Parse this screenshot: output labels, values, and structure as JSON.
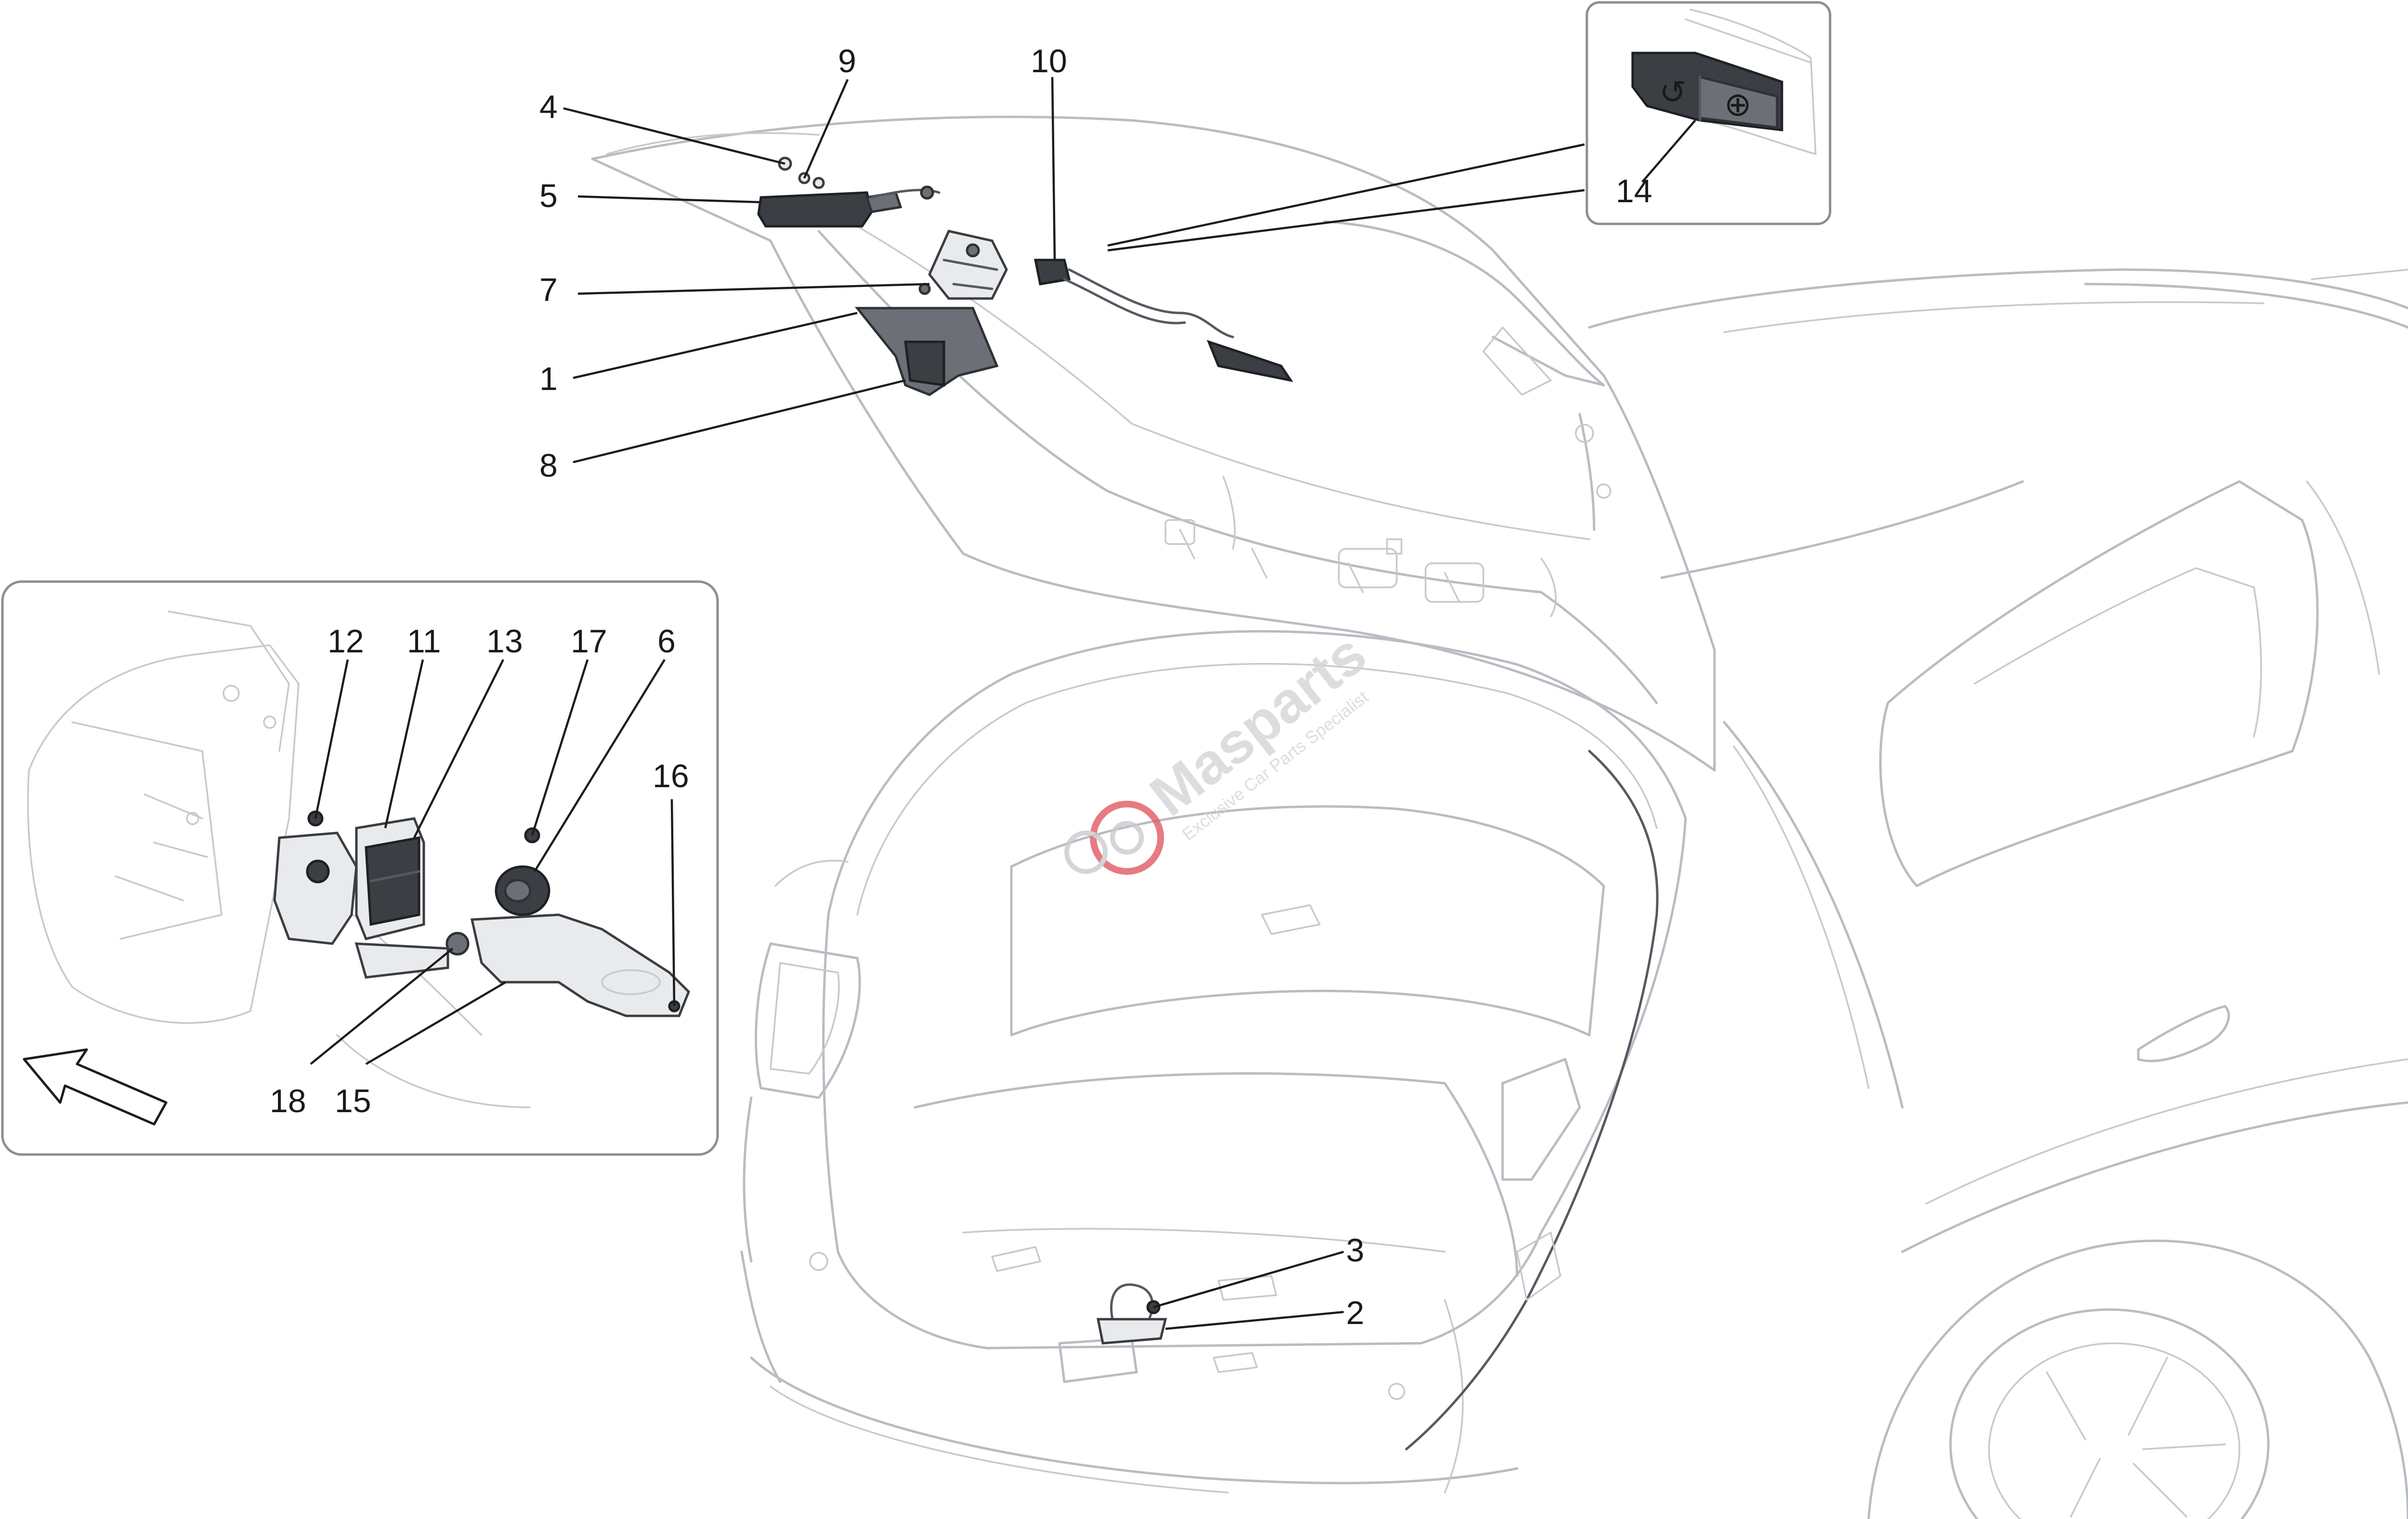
{
  "callouts": [
    "1",
    "2",
    "3",
    "4",
    "5",
    "6",
    "7",
    "8",
    "9",
    "10",
    "11",
    "12",
    "13",
    "14",
    "15",
    "16",
    "17",
    "18"
  ],
  "watermark": {
    "brand": "Masparts",
    "tagline": "Exclusive Car Parts Specialist",
    "logo_color": "#e05a63"
  },
  "colors": {
    "outline": "#b9bcc2",
    "part_fill": "#6c7076",
    "label": "#1a1a1a"
  },
  "icons": [
    "direction-arrow-icon",
    "masparts-logo-icon"
  ]
}
